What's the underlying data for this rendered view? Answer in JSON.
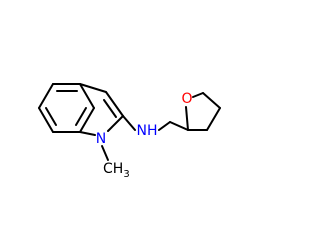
{
  "molecule": {
    "atoms": {
      "n_indole": {
        "symbol": "N",
        "color": "#0000ff"
      },
      "methyl": {
        "symbol": "CH",
        "subscript": "3",
        "color": "#000000"
      },
      "nh_amine": {
        "symbol": "NH",
        "color": "#0000ff"
      },
      "o_ring": {
        "symbol": "O",
        "color": "#ff0000"
      }
    },
    "bond_color": "#000000"
  }
}
